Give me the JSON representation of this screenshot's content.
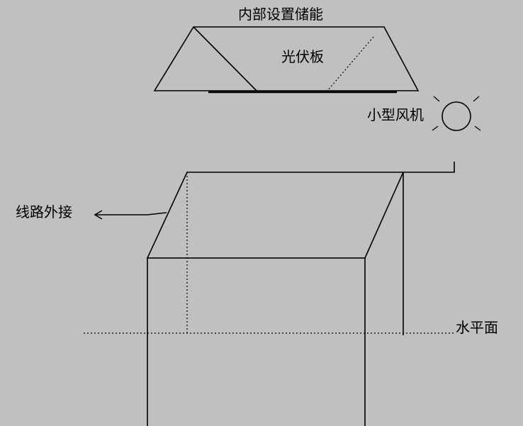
{
  "labels": {
    "storage": "内部设置储能",
    "panel": "光伏板",
    "turbine": "小型风机",
    "external_line": "线路外接",
    "horizontal": "水平面"
  },
  "colors": {
    "background": "#c0c0c0",
    "line": "#000000"
  }
}
